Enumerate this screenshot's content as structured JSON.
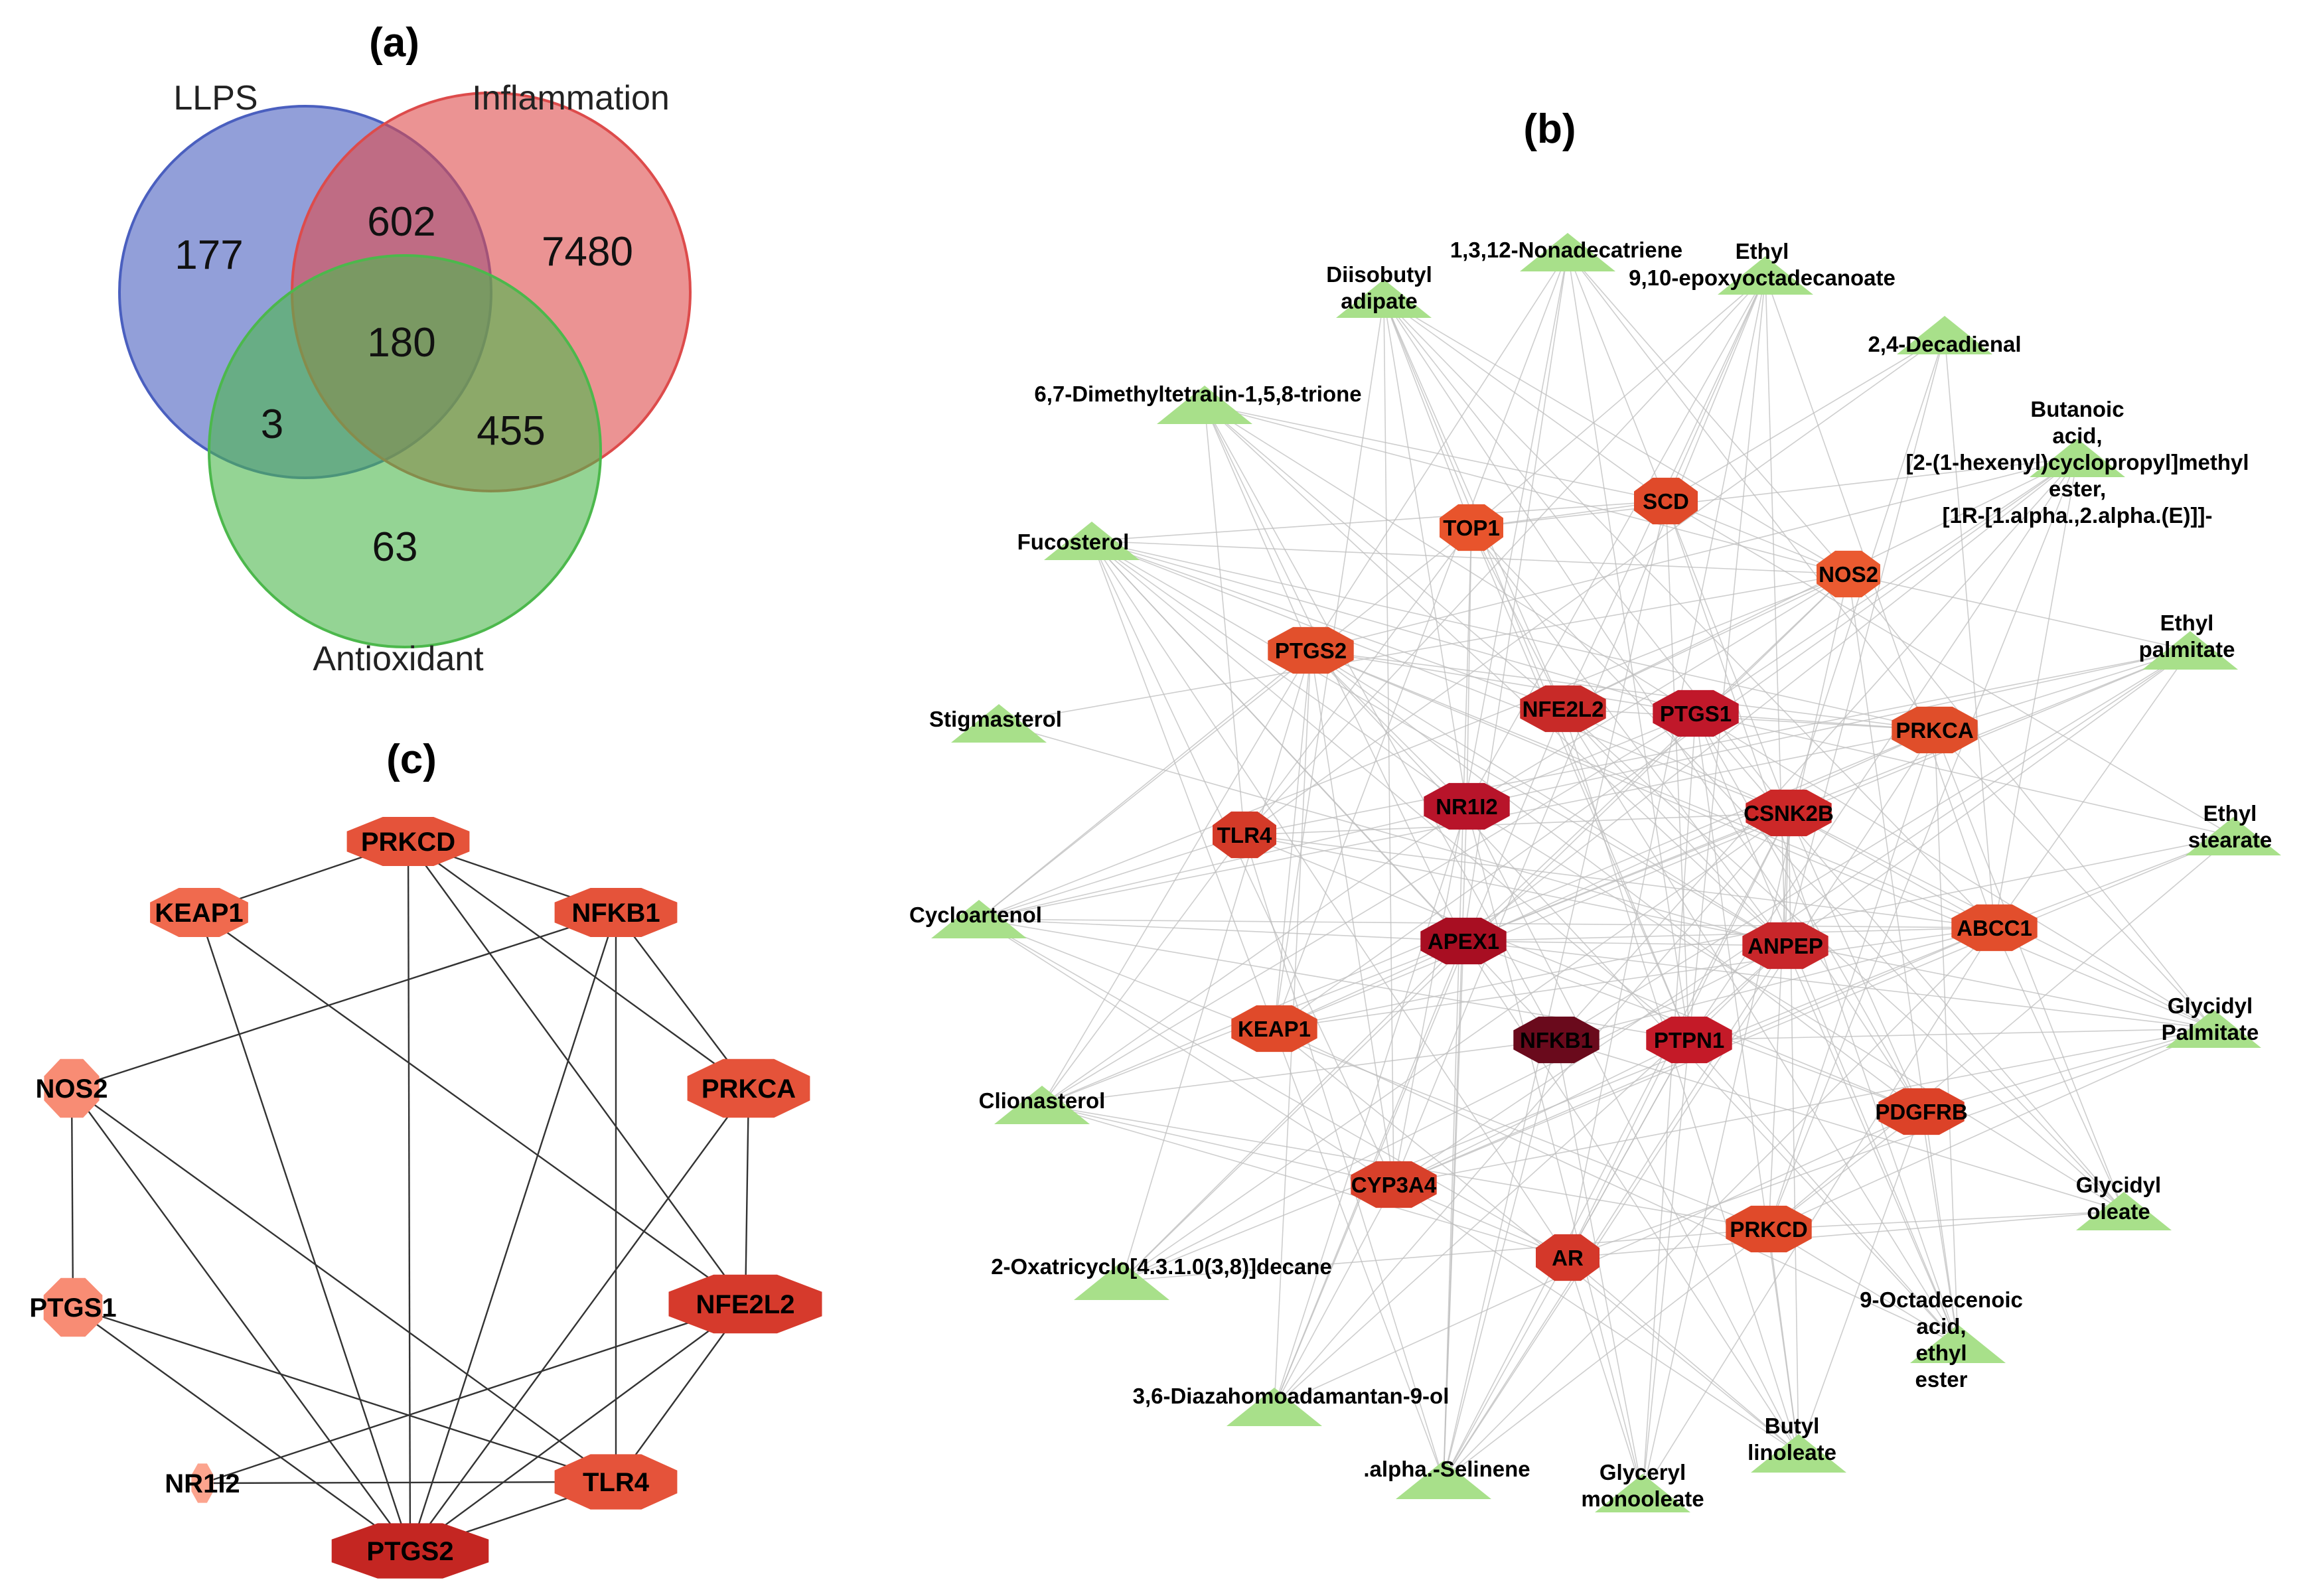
{
  "panels": {
    "a": "(a)",
    "b": "(b)",
    "c": "(c)"
  },
  "venn": {
    "sets": {
      "llps": "LLPS",
      "inflammation": "Inflammation",
      "antioxidant": "Antioxidant"
    },
    "colors": {
      "llps": "#4a5fbf",
      "inflammation": "#dd4b4b",
      "antioxidant": "#4cb84c"
    },
    "counts": {
      "llps_only": "177",
      "llps_inflammation": "602",
      "inflammation_only": "7480",
      "all_three": "180",
      "llps_antioxidant": "3",
      "inflammation_antioxidant": "455",
      "antioxidant_only": "63"
    }
  },
  "network_b": {
    "targets": [
      {
        "id": "TOP1",
        "label": "TOP1",
        "color": "#e8542c"
      },
      {
        "id": "SCD",
        "label": "SCD",
        "color": "#e04a2a"
      },
      {
        "id": "NOS2",
        "label": "NOS2",
        "color": "#ea5a30"
      },
      {
        "id": "PTGS2",
        "label": "PTGS2",
        "color": "#e2502c"
      },
      {
        "id": "NFE2L2",
        "label": "NFE2L2",
        "color": "#c82a28"
      },
      {
        "id": "PTGS1",
        "label": "PTGS1",
        "color": "#c0182a"
      },
      {
        "id": "PRKCA",
        "label": "PRKCA",
        "color": "#e04e2a"
      },
      {
        "id": "NR1I2",
        "label": "NR1I2",
        "color": "#b8142a"
      },
      {
        "id": "TLR4",
        "label": "TLR4",
        "color": "#d43a28"
      },
      {
        "id": "CSNK2B",
        "label": "CSNK2B",
        "color": "#cc2828"
      },
      {
        "id": "APEX1",
        "label": "APEX1",
        "color": "#a80e22"
      },
      {
        "id": "ANPEP",
        "label": "ANPEP",
        "color": "#c8262a"
      },
      {
        "id": "ABCC1",
        "label": "ABCC1",
        "color": "#e24e2c"
      },
      {
        "id": "KEAP1",
        "label": "KEAP1",
        "color": "#e04a2a"
      },
      {
        "id": "NFKB1",
        "label": "NFKB1",
        "color": "#6a0a1c"
      },
      {
        "id": "PTPN1",
        "label": "PTPN1",
        "color": "#c41a28"
      },
      {
        "id": "PDGFRB",
        "label": "PDGFRB",
        "color": "#dc4228"
      },
      {
        "id": "CYP3A4",
        "label": "CYP3A4",
        "color": "#d8402a"
      },
      {
        "id": "AR",
        "label": "AR",
        "color": "#d4382a"
      },
      {
        "id": "PRKCD",
        "label": "PRKCD",
        "color": "#e04a2a"
      }
    ],
    "compounds": [
      {
        "id": "nonadecatriene",
        "lines": [
          "1,3,12-Nonadecatriene"
        ]
      },
      {
        "id": "ethyl_epoxy",
        "lines": [
          "Ethyl",
          "9,10-epoxyoctadecanoate"
        ]
      },
      {
        "id": "diisobutyl",
        "lines": [
          "Diisobutyl",
          "adipate"
        ]
      },
      {
        "id": "decadienal",
        "lines": [
          "2,4-Decadienal"
        ]
      },
      {
        "id": "dimethyltetralin",
        "lines": [
          "6,7-Dimethyltetralin-1,5,8-trione"
        ]
      },
      {
        "id": "butanoic",
        "lines": [
          "Butanoic",
          "acid,",
          "[2-(1-hexenyl)cyclopropyl]methyl",
          "ester,",
          "[1R-[1.alpha.,2.alpha.(E)]]-"
        ]
      },
      {
        "id": "fucosterol",
        "lines": [
          "Fucosterol"
        ]
      },
      {
        "id": "ethyl_palmitate",
        "lines": [
          "Ethyl",
          "palmitate"
        ]
      },
      {
        "id": "stigmasterol",
        "lines": [
          "Stigmasterol"
        ]
      },
      {
        "id": "ethyl_stearate",
        "lines": [
          "Ethyl",
          "stearate"
        ]
      },
      {
        "id": "cycloartenol",
        "lines": [
          "Cycloartenol"
        ]
      },
      {
        "id": "glycidyl_palmitate",
        "lines": [
          "Glycidyl",
          "Palmitate"
        ]
      },
      {
        "id": "clionasterol",
        "lines": [
          "Clionasterol"
        ]
      },
      {
        "id": "glycidyl_oleate",
        "lines": [
          "Glycidyl",
          "oleate"
        ]
      },
      {
        "id": "oxatricyclo",
        "lines": [
          "2-Oxatricyclo[4.3.1.0(3,8)]decane"
        ]
      },
      {
        "id": "octadecenoic",
        "lines": [
          "9-Octadecenoic",
          "acid,",
          "ethyl",
          "ester"
        ]
      },
      {
        "id": "diazahomoadamantan",
        "lines": [
          "3,6-Diazahomoadamantan-9-ol"
        ]
      },
      {
        "id": "butyl_linoleate",
        "lines": [
          "Butyl",
          "linoleate"
        ]
      },
      {
        "id": "selinene",
        "lines": [
          ".alpha.-Selinene"
        ]
      },
      {
        "id": "glyceryl",
        "lines": [
          "Glyceryl",
          "monooleate"
        ]
      }
    ],
    "compound_color": "#a8e08a",
    "edge_color": "#bdbdbd"
  },
  "network_c": {
    "nodes": [
      {
        "id": "PRKCD",
        "label": "PRKCD",
        "color": "#e5533a"
      },
      {
        "id": "KEAP1",
        "label": "KEAP1",
        "color": "#f06a4e"
      },
      {
        "id": "NFKB1",
        "label": "NFKB1",
        "color": "#e5533a"
      },
      {
        "id": "NOS2",
        "label": "NOS2",
        "color": "#f88c74"
      },
      {
        "id": "PRKCA",
        "label": "PRKCA",
        "color": "#e5533a"
      },
      {
        "id": "PTGS1",
        "label": "PTGS1",
        "color": "#f88c74"
      },
      {
        "id": "NFE2L2",
        "label": "NFE2L2",
        "color": "#d63a2c"
      },
      {
        "id": "NR1I2",
        "label": "NR1I2",
        "color": "#fca48e"
      },
      {
        "id": "TLR4",
        "label": "TLR4",
        "color": "#e5533a"
      },
      {
        "id": "PTGS2",
        "label": "PTGS2",
        "color": "#c42622"
      }
    ],
    "edges": [
      [
        "PRKCD",
        "KEAP1"
      ],
      [
        "PRKCD",
        "NFKB1"
      ],
      [
        "PRKCD",
        "PRKCA"
      ],
      [
        "PRKCD",
        "NFE2L2"
      ],
      [
        "PRKCD",
        "PTGS2"
      ],
      [
        "KEAP1",
        "NFE2L2"
      ],
      [
        "KEAP1",
        "PTGS2"
      ],
      [
        "NFKB1",
        "NOS2"
      ],
      [
        "NFKB1",
        "PRKCA"
      ],
      [
        "NFKB1",
        "TLR4"
      ],
      [
        "NFKB1",
        "PTGS2"
      ],
      [
        "NOS2",
        "PTGS1"
      ],
      [
        "NOS2",
        "TLR4"
      ],
      [
        "NOS2",
        "PTGS2"
      ],
      [
        "PRKCA",
        "NFE2L2"
      ],
      [
        "PRKCA",
        "PTGS2"
      ],
      [
        "PTGS1",
        "TLR4"
      ],
      [
        "PTGS1",
        "PTGS2"
      ],
      [
        "NFE2L2",
        "TLR4"
      ],
      [
        "NFE2L2",
        "PTGS2"
      ],
      [
        "NFE2L2",
        "NR1I2"
      ],
      [
        "NR1I2",
        "TLR4"
      ],
      [
        "TLR4",
        "PTGS2"
      ]
    ],
    "edge_color": "#333333"
  }
}
